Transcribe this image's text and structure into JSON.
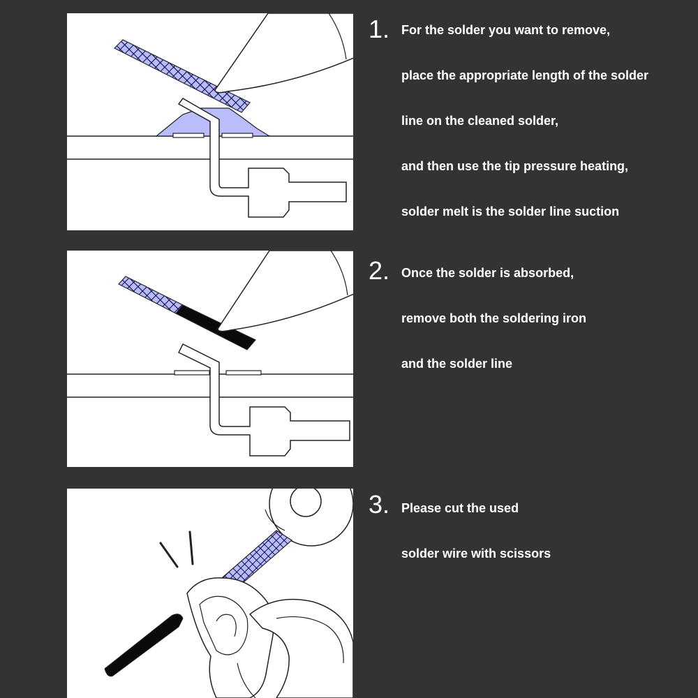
{
  "colors": {
    "background": "#333333",
    "panel": "#ffffff",
    "solder": "#b9bdfc",
    "wick_mesh": "#0d0d4a",
    "outline": "#222222",
    "text": "#ffffff"
  },
  "steps": [
    {
      "number": "1.",
      "lines": [
        "For the solder you want to remove,",
        "place the appropriate length of the solder",
        "line on the cleaned solder,",
        "and then use the tip pressure heating,",
        "solder melt is the solder line suction"
      ],
      "illustration": "solder-wick-on-joint"
    },
    {
      "number": "2.",
      "lines": [
        "Once the solder is absorbed,",
        "remove both the soldering iron",
        "and the solder line"
      ],
      "illustration": "wick-absorbed-joint-clean"
    },
    {
      "number": "3.",
      "lines": [
        "Please cut the used",
        "solder wire with scissors"
      ],
      "illustration": "scissors-cutting-wick"
    }
  ]
}
